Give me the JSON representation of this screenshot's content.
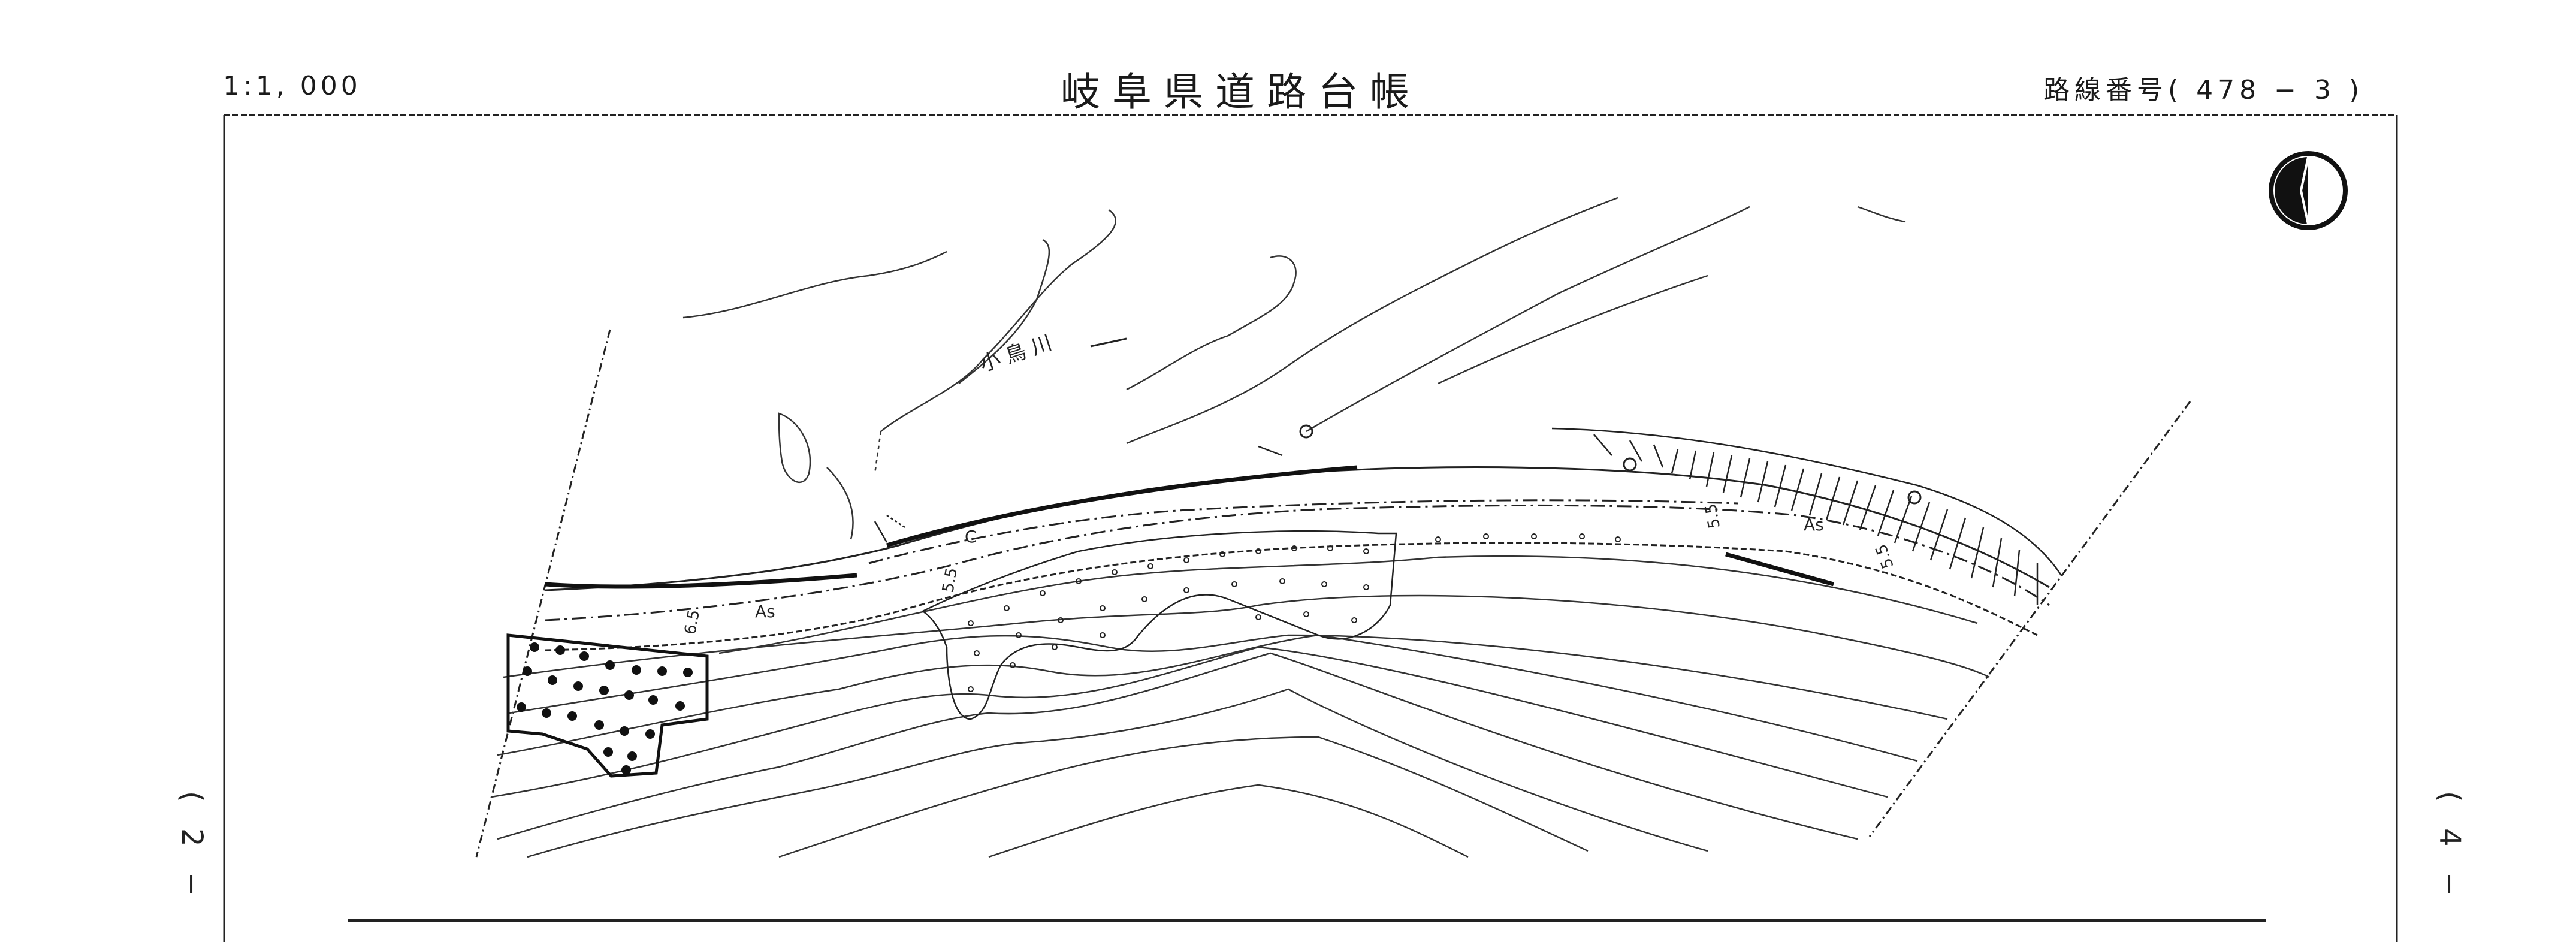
{
  "header": {
    "scale": "1:1, 000",
    "title": "岐阜県道路台帳",
    "route": "路線番号( 478 − 3 )"
  },
  "side_labels": {
    "left": "( 2 −",
    "right": "( 4 −"
  },
  "map": {
    "river_label": "小 鳥 川",
    "road_surface_label": "As",
    "road_surface_label_2": "As",
    "curb_label": "C",
    "width_labels": [
      "6.5",
      "5.5",
      "5.5",
      "5.5"
    ],
    "colors": {
      "ink": "#111111",
      "paper": "#ffffff"
    }
  }
}
